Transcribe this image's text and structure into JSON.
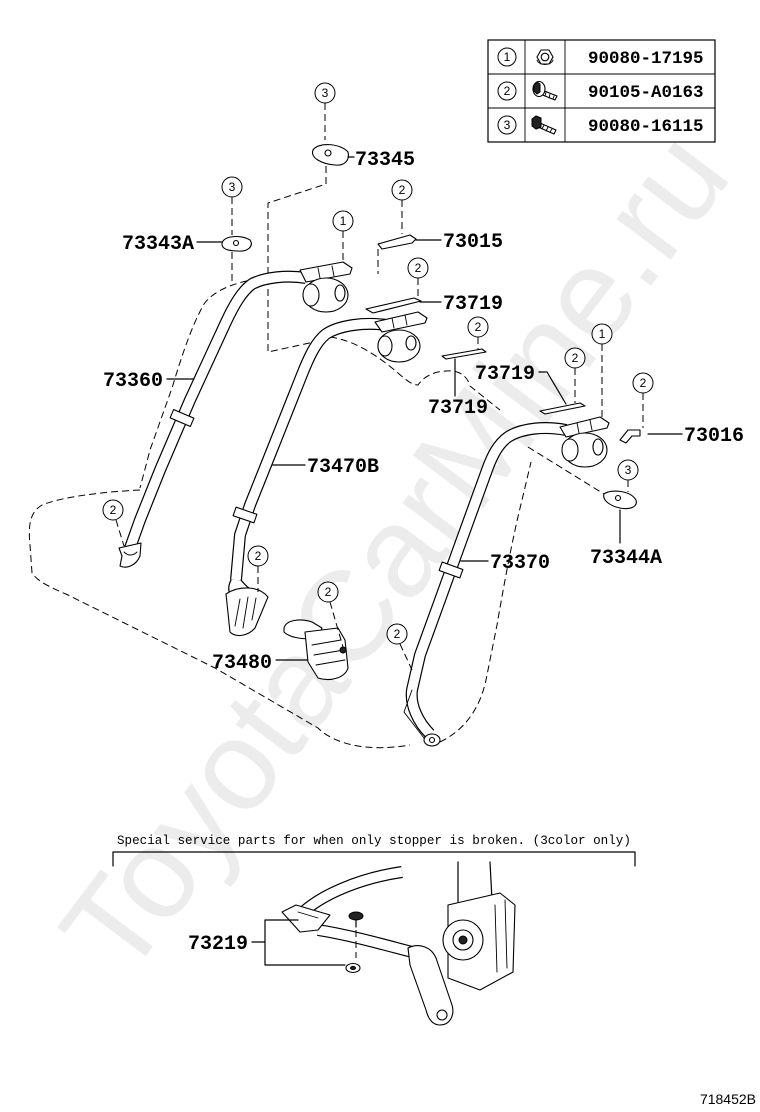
{
  "legend": {
    "rows": [
      {
        "ref": "1",
        "icon": "nut-icon",
        "part_no": "90080-17195"
      },
      {
        "ref": "2",
        "icon": "bolt-with-washer-icon",
        "part_no": "90105-A0163"
      },
      {
        "ref": "3",
        "icon": "bolt-icon",
        "part_no": "90080-16115"
      }
    ]
  },
  "part_labels": [
    "73345",
    "73343A",
    "73015",
    "73719",
    "73360",
    "73719",
    "73719",
    "73016",
    "73470B",
    "73344A",
    "73370",
    "73480",
    "73219"
  ],
  "callouts": [
    "3",
    "3",
    "2",
    "1",
    "2",
    "2",
    "1",
    "2",
    "2",
    "3",
    "2",
    "2",
    "2",
    "2"
  ],
  "note": "Special service parts for when only stopper is broken. (3color only)",
  "figure_id": "718452B",
  "watermark": "ToyotaCarMine.ru"
}
